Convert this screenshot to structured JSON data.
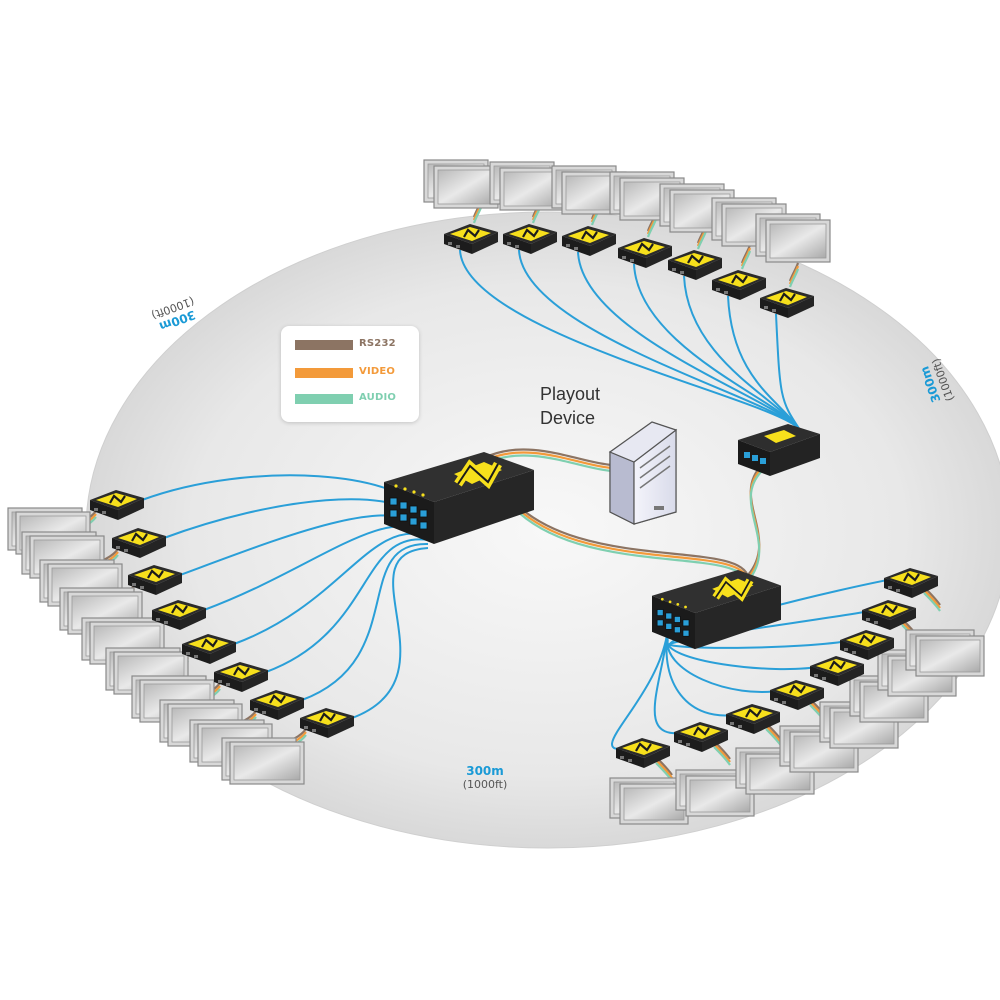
{
  "colors": {
    "background_ellipse": "#e6e6e6",
    "cable_cat": "#2a9fd8",
    "rs232": "#8c7463",
    "video": "#f39a3a",
    "audio": "#7fcfb0",
    "extender_yellow": "#f7e01c",
    "device_dark": "#2b2b2b",
    "distance_blue": "#1a9ad6"
  },
  "legend": {
    "items": [
      {
        "label": "RS232",
        "color": "#8c7463"
      },
      {
        "label": "VIDEO",
        "color": "#f39a3a"
      },
      {
        "label": "AUDIO",
        "color": "#7fcfb0"
      }
    ]
  },
  "playout_device": {
    "label_line1": "Playout",
    "label_line2": "Device"
  },
  "distances": {
    "bottom": {
      "meters": "300m",
      "feet": "(1000ft)"
    },
    "left": {
      "meters": "300m",
      "feet": "(1000ft)"
    },
    "right": {
      "meters": "300m",
      "feet": "(1000ft)"
    }
  },
  "icons": {
    "hub": "dark-hub-with-yellow-logo-icon",
    "receiver": "yellow-receiver-unit-icon",
    "monitor": "grey-monitor-icon",
    "computer": "desktop-tower-icon"
  }
}
